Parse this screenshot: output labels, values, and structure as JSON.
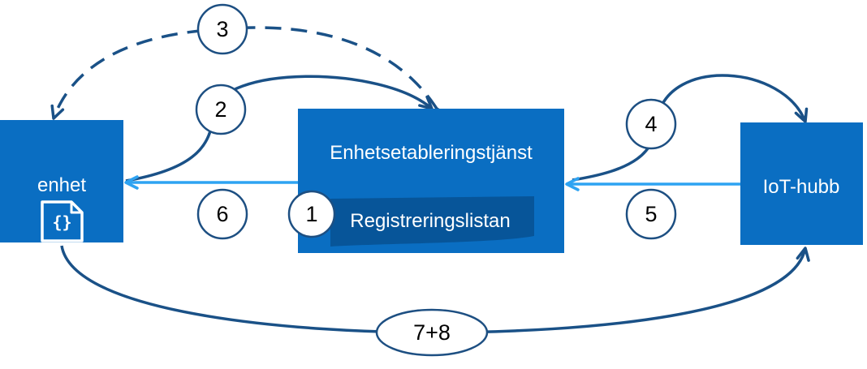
{
  "nodes": {
    "device": {
      "label": "enhet",
      "icon": "json-file-icon",
      "icon_glyph": "{}"
    },
    "provisioning_service": {
      "label": "Enhetsetableringstjänst",
      "enrollment_list": "Registreringslistan"
    },
    "iot_hub": {
      "label": "IoT-hubb"
    }
  },
  "steps": [
    {
      "label": "1"
    },
    {
      "label": "2"
    },
    {
      "label": "3"
    },
    {
      "label": "4"
    },
    {
      "label": "5"
    },
    {
      "label": "6"
    },
    {
      "label": "7+8"
    }
  ],
  "colors": {
    "box": "#0a6ec2",
    "enrollment_list": "#075599",
    "dark_arrow": "#1a5187",
    "light_arrow": "#2ea3f2",
    "circle_stroke": "#1d4f82"
  }
}
